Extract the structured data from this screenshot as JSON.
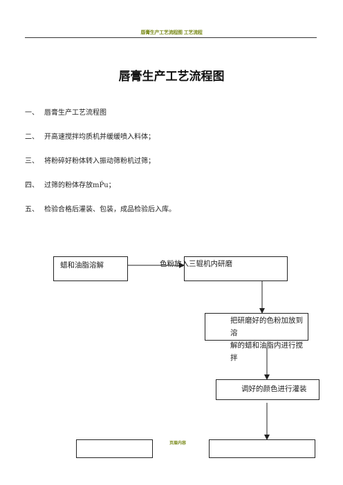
{
  "header": {
    "text": "唇膏生产工艺流程图 工艺流程"
  },
  "document": {
    "title": "唇膏生产工艺流程图",
    "steps": [
      {
        "num": "一、",
        "text": "唇膏生产工艺流程图"
      },
      {
        "num": "二、",
        "text": "开高速搅拌均质机并缓缓喷入料体；"
      },
      {
        "num": "三、",
        "text": "将粉碎好粉体转入振动筛粉机过筛；"
      },
      {
        "num": "四、",
        "text": "过筛的粉体存放mṔu；"
      },
      {
        "num": "五、",
        "text": "检验合格后灌装、包装，成品检验后入库。"
      }
    ]
  },
  "flowchart": {
    "box1": "蜡和油脂溶解",
    "overlap": "色粉放入三辊机内研磨",
    "box3_line1": "把研磨好的色粉加放到溶",
    "box3_line2": "解的蜡和油脂内进行搅拌",
    "box4": "调好的颜色进行灌装",
    "footer_mark": "页眉内容"
  },
  "colors": {
    "header": "#7a8a1a",
    "ink": "#222222"
  }
}
